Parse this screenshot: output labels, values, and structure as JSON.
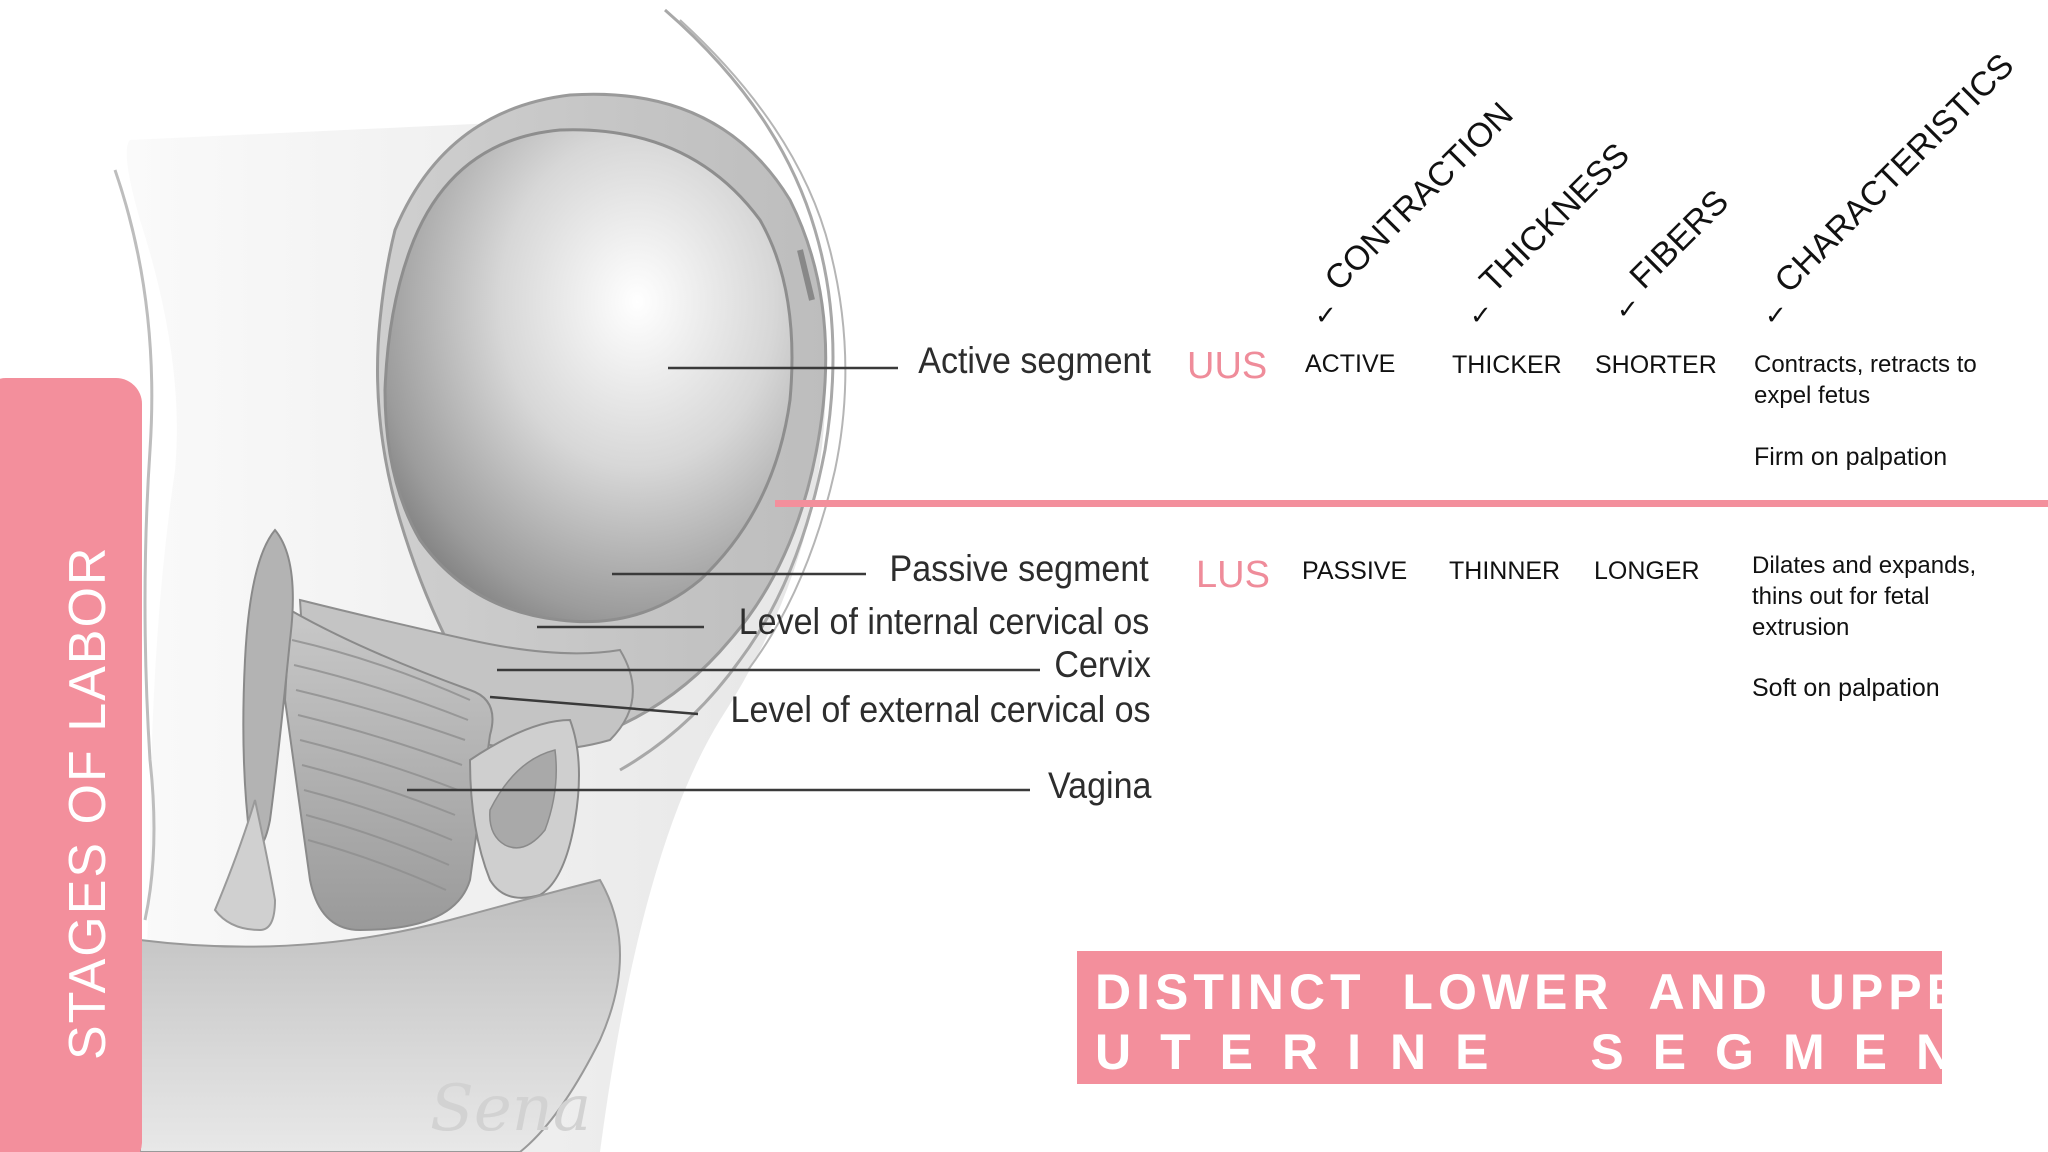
{
  "side_title": "STAGES OF LABOR",
  "illustration": {
    "labels": {
      "active_segment": "Active segment",
      "passive_segment": "Passive segment",
      "internal_os": "Level of internal cervical os",
      "cervix": "Cervix",
      "external_os": "Level of external cervical os",
      "vagina": "Vagina"
    },
    "signature": "Sena"
  },
  "table": {
    "headers": [
      "CONTRACTION",
      "THICKNESS",
      "FIBERS",
      "CHARACTERISTICS"
    ],
    "check_mark": "✓",
    "rows": [
      {
        "segment": "UUS",
        "contraction": "ACTIVE",
        "thickness": "THICKER",
        "fibers": "SHORTER",
        "characteristics": [
          "Contracts, retracts to expel fetus",
          "Firm on palpation"
        ]
      },
      {
        "segment": "LUS",
        "contraction": "PASSIVE",
        "thickness": "THINNER",
        "fibers": "LONGER",
        "characteristics": [
          "Dilates and expands, thins out for fetal extrusion",
          "Soft on palpation"
        ]
      }
    ]
  },
  "banner": {
    "line1": "DISTINCT LOWER AND UPPER",
    "line2": "UTERINE SEGMENTS"
  },
  "colors": {
    "accent_pink": "#f38f9c",
    "segment_pink": "#ef8c9a",
    "text": "#111111"
  }
}
